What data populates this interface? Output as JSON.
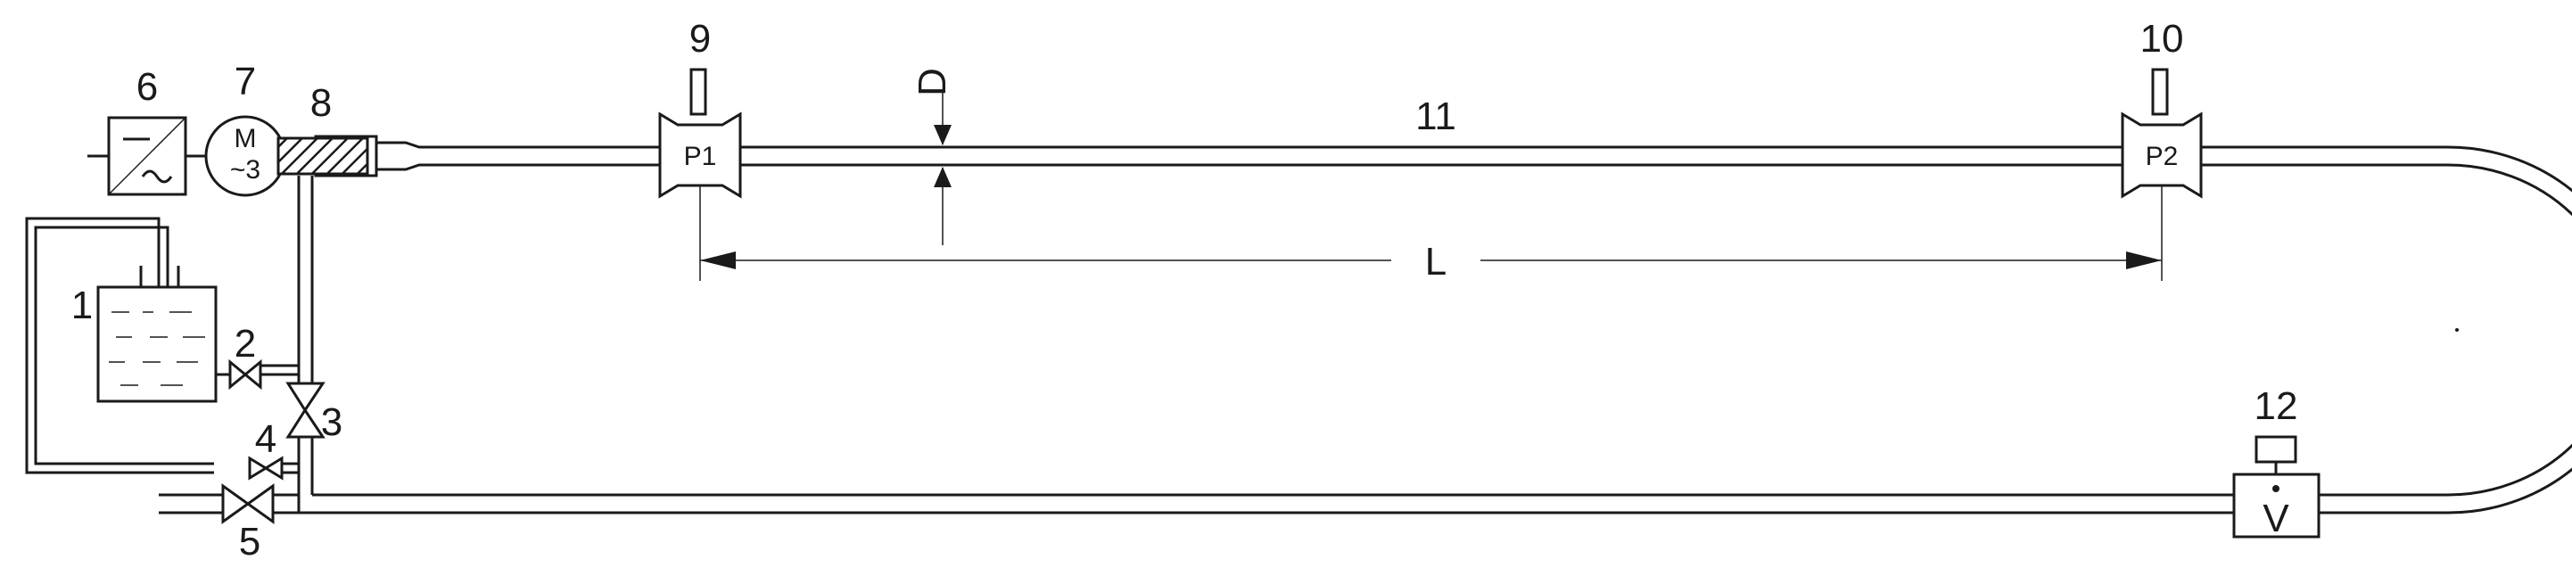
{
  "labels": {
    "tank": "1",
    "valve_2": "2",
    "valve_3": "3",
    "valve_4": "4",
    "valve_5": "5",
    "inverter": "6",
    "motor": "7",
    "pump": "8",
    "pressure_sensor_1": "9",
    "pressure_sensor_2": "10",
    "test_pipe": "11",
    "flowmeter": "12",
    "diameter": "D",
    "length": "L"
  },
  "symbols": {
    "motor_top": "M",
    "motor_bottom": "~3",
    "sensor_1": "P1",
    "sensor_2": "P2",
    "flowmeter": "V"
  },
  "colors": {
    "line": "#1a1a1a",
    "background": "#ffffff"
  },
  "icons": [
    "inverter-icon",
    "motor-icon",
    "pump-icon",
    "valve-icon",
    "tank-icon",
    "pressure-sensor-icon",
    "flowmeter-icon"
  ]
}
